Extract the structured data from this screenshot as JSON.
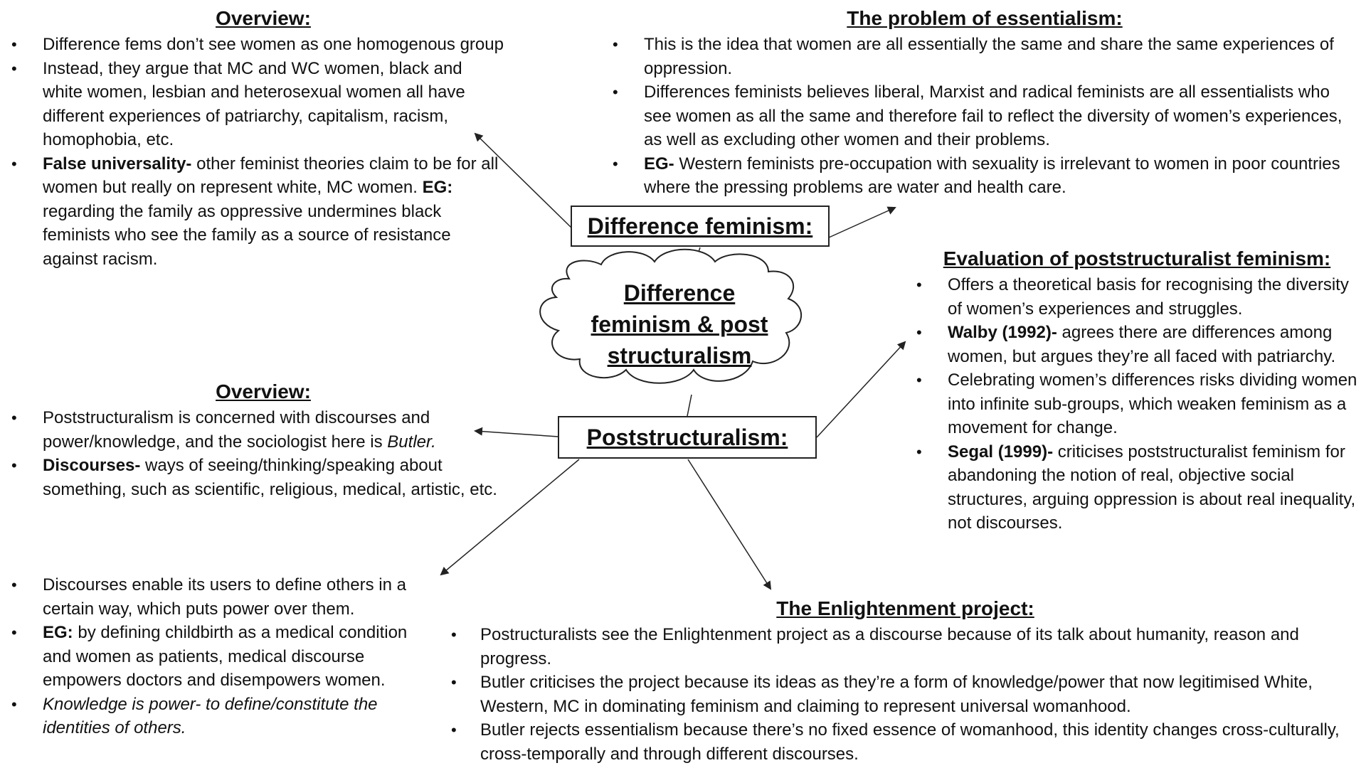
{
  "center": {
    "title_line1": "Difference",
    "title_line2": "feminism & post",
    "title_line3": "structuralism"
  },
  "difference_node": {
    "label": "Difference feminism:"
  },
  "post_node": {
    "label": "Poststructuralism:"
  },
  "overview_diff": {
    "heading": "Overview:",
    "items": [
      {
        "bold": "",
        "text": "Difference fems don’t see women as one homogenous group"
      },
      {
        "bold": "",
        "text": "Instead, they argue that MC and WC women, black and white women, lesbian and heterosexual women all have different experiences of patriarchy, capitalism, racism, homophobia, etc."
      },
      {
        "bold": "False universality-",
        "text": " other feminist theories claim to be for all women but really on represent white, MC women. ",
        "bold2": "EG:",
        "text2": " regarding the family as oppressive undermines black feminists who see the family as a source of resistance against racism."
      }
    ]
  },
  "essentialism": {
    "heading": "The problem of essentialism:",
    "items": [
      {
        "bold": "",
        "text": "This is the idea that women are all essentially the same and share the same experiences of oppression."
      },
      {
        "bold": "",
        "text": "Differences feminists  believes liberal, Marxist and radical feminists are all essentialists who see women as all the same and therefore fail to reflect the diversity of women’s experiences, as well as excluding other women and their problems."
      },
      {
        "bold": "EG-",
        "text": " Western feminists pre-occupation with sexuality is irrelevant to women in poor countries where the pressing problems are water and health care."
      }
    ]
  },
  "evaluation": {
    "heading": "Evaluation of poststructuralist feminism:",
    "items": [
      {
        "bold": "",
        "text": "Offers a theoretical basis for recognising the diversity of women’s experiences and struggles."
      },
      {
        "bold": "Walby (1992)-",
        "text": " agrees there are differences among women, but argues they’re all faced with patriarchy."
      },
      {
        "bold": "",
        "text": "Celebrating women’s differences risks dividing women into infinite sub-groups, which weaken feminism as a movement for change."
      },
      {
        "bold": "Segal (1999)-",
        "text": " criticises poststructuralist feminism for abandoning the notion of real, objective social structures, arguing oppression is about real inequality, not discourses."
      }
    ]
  },
  "overview_post": {
    "heading": "Overview:",
    "items": [
      {
        "bold": "",
        "text": "Poststructuralism is concerned with discourses and power/knowledge, and the sociologist here is ",
        "italic": "Butler."
      },
      {
        "bold": "Discourses-",
        "text": " ways of seeing/thinking/speaking about something, such as scientific, religious, medical, artistic, etc."
      }
    ]
  },
  "discourses": {
    "items": [
      {
        "bold": "",
        "text": "Discourses enable its users to define others in a certain way, which puts power over them."
      },
      {
        "bold": "EG:",
        "text": " by defining childbirth as a medical condition and women as patients, medical discourse empowers doctors and disempowers women."
      },
      {
        "bold": "",
        "text": "",
        "italic": "Knowledge is power- to define/constitute the identities of others."
      }
    ]
  },
  "enlightenment": {
    "heading": "The Enlightenment project:",
    "items": [
      {
        "bold": "",
        "text": "Postructuralists see the Enlightenment project as a discourse because of its talk about humanity, reason and progress."
      },
      {
        "bold": "",
        "text": "Butler criticises the project because its ideas as they’re a form of knowledge/power that now legitimised White, Western, MC in dominating feminism and claiming to represent universal womanhood."
      },
      {
        "bold": "",
        "text": "Butler rejects essentialism because there’s no fixed essence of womanhood, this identity changes cross-culturally, cross-temporally and through different discourses."
      }
    ]
  },
  "bullet_char": "•"
}
